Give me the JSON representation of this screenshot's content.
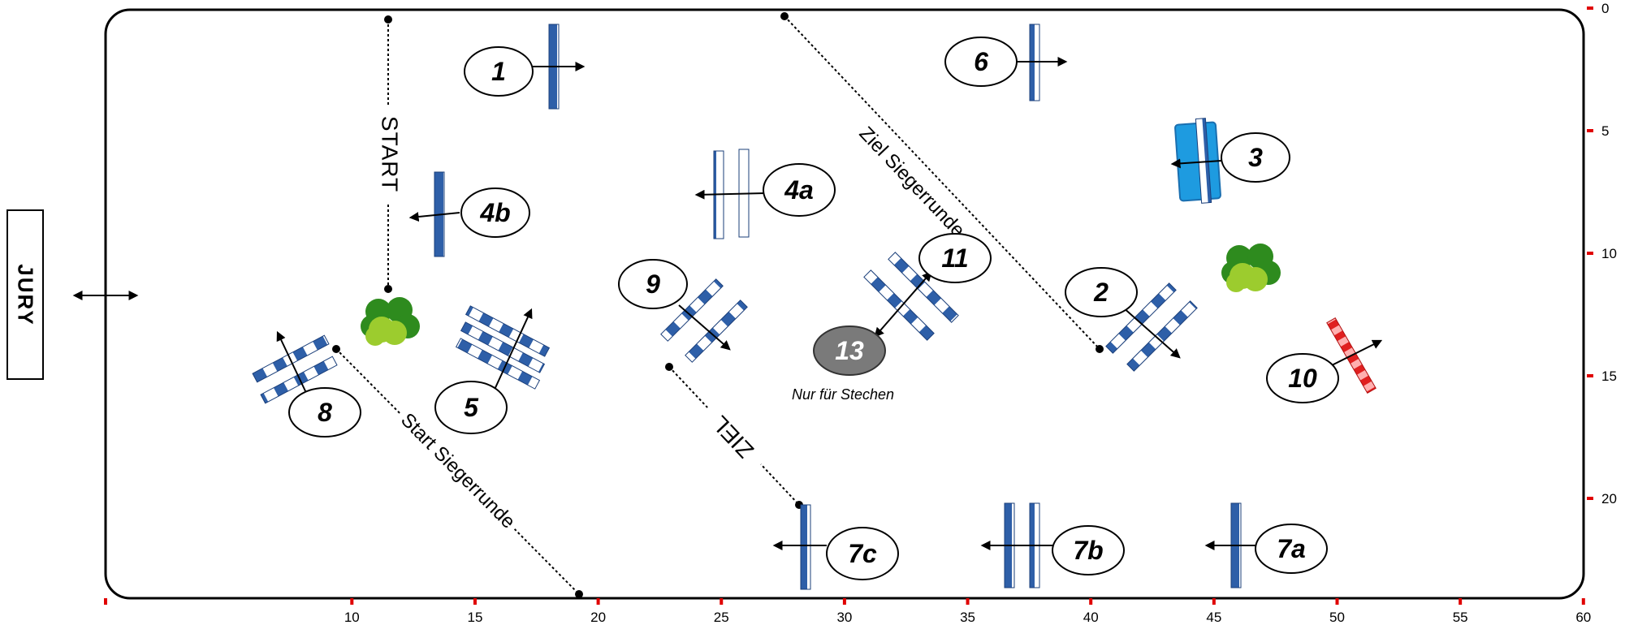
{
  "jury_label": "JURY",
  "labels": {
    "start": "START",
    "ziel": "ZIEL",
    "start_siegerrunde": "Start Siegerrunde",
    "ziel_siegerrunde": "Ziel Siegerrunde",
    "nur_fuer_stechen": "Nur für Stechen"
  },
  "obstacles": [
    {
      "id": "1",
      "label": "1"
    },
    {
      "id": "2",
      "label": "2"
    },
    {
      "id": "3",
      "label": "3"
    },
    {
      "id": "4a",
      "label": "4a"
    },
    {
      "id": "4b",
      "label": "4b"
    },
    {
      "id": "5",
      "label": "5"
    },
    {
      "id": "6",
      "label": "6"
    },
    {
      "id": "7a",
      "label": "7a"
    },
    {
      "id": "7b",
      "label": "7b"
    },
    {
      "id": "7c",
      "label": "7c"
    },
    {
      "id": "8",
      "label": "8"
    },
    {
      "id": "9",
      "label": "9"
    },
    {
      "id": "10",
      "label": "10"
    },
    {
      "id": "11",
      "label": "11"
    },
    {
      "id": "13",
      "label": "13"
    }
  ],
  "x_ticks": [
    "10",
    "15",
    "20",
    "25",
    "30",
    "35",
    "40",
    "45",
    "50",
    "55",
    "60"
  ],
  "y_ticks": [
    "0",
    "5",
    "10",
    "15",
    "20"
  ],
  "colors": {
    "pole_blue": "#2e5fa8",
    "water_blue": "#1e9be0",
    "red_pole": "#e02020",
    "bush_dark": "#2e8b1e",
    "bush_light": "#9ccc2e",
    "joker_grey": "#7a7a7a",
    "tick_red": "#e00000"
  }
}
